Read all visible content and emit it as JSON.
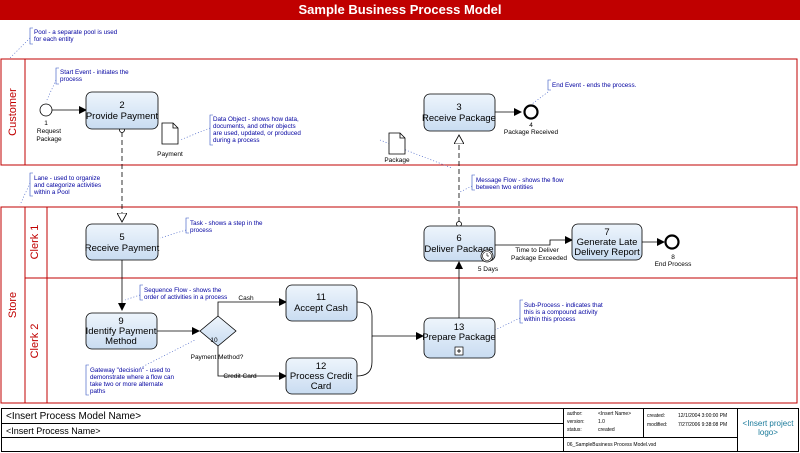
{
  "title": "Sample Business Process Model",
  "pools": {
    "customer": "Customer",
    "store": "Store"
  },
  "lanes": {
    "clerk1": "Clerk 1",
    "clerk2": "Clerk 2"
  },
  "tasks": {
    "t2": {
      "num": "2",
      "name": "Provide Payment"
    },
    "t3": {
      "num": "3",
      "name": "Receive Package"
    },
    "t5": {
      "num": "5",
      "name": "Receive Payment"
    },
    "t6": {
      "num": "6",
      "name": "Deliver Package"
    },
    "t7": {
      "num": "7",
      "line1": "Generate Late",
      "line2": "Delivery Report"
    },
    "t9": {
      "num": "9",
      "line1": "Identify Payment",
      "line2": "Method"
    },
    "t11": {
      "num": "11",
      "name": "Accept Cash"
    },
    "t12": {
      "num": "12",
      "line1": "Process Credit",
      "line2": "Card"
    },
    "t13": {
      "num": "13",
      "name": "Prepare Package"
    }
  },
  "events": {
    "e1": {
      "num": "1",
      "line1": "Request",
      "line2": "Package"
    },
    "e4": {
      "num": "4",
      "name": "Package Received"
    },
    "e8": {
      "num": "8",
      "name": "End Process"
    }
  },
  "gateway": {
    "num": "10",
    "name": "Payment Method?"
  },
  "timer": {
    "label": "5 Days",
    "line1": "Time to Deliver",
    "line2": "Package Exceeded"
  },
  "flow_labels": {
    "cash": "Cash",
    "credit": "Credit Card"
  },
  "data_objects": {
    "payment": "Payment",
    "package": "Package"
  },
  "notes": {
    "pool": [
      "Pool - a separate pool is used",
      "for each entity"
    ],
    "start": [
      "Start Event - initiates the",
      "process"
    ],
    "data": [
      "Data Object - shows how data,",
      "documents, and other objects",
      "are used, updated, or produced",
      "during a process"
    ],
    "end": [
      "End Event - ends the process."
    ],
    "lane": [
      "Lane - used to organize",
      "and categorize activities",
      "within a Pool"
    ],
    "message": [
      "Message Flow - shows the flow",
      "between two entities"
    ],
    "task": [
      "Task - shows a step in the",
      "process"
    ],
    "sequence": [
      "Sequence Flow - shows the",
      "order of activities in a process"
    ],
    "subprocess": [
      "Sub-Process - indicates that",
      "this is a compound activity",
      "within this process"
    ],
    "gateway": [
      "Gateway \"decision\" - used to",
      "demonstrate where a flow can",
      "take two or more alternate",
      "paths"
    ]
  },
  "footer": {
    "model_name": "<Insert Process Model Name>",
    "process_name": "<Insert Process Name>",
    "author_label": "author:",
    "author_value": "<Insert Name>",
    "version_label": "version:",
    "version_value": "1.0",
    "status_label": "status:",
    "status_value": "created",
    "created_label": "created:",
    "created_value": "12/1/2004 3:00:00 PM",
    "modified_label": "modified:",
    "modified_value": "7/27/2006 9:38:08 PM",
    "file_name": "06_SampleBusiness Process Model.vsd",
    "logo_line1": "<Insert project",
    "logo_line2": "logo>"
  },
  "colors": {
    "title_bg": "#c00000",
    "lane_border": "#c00000",
    "task_fill": "#dce9f7",
    "note_text": "#0000a0"
  }
}
